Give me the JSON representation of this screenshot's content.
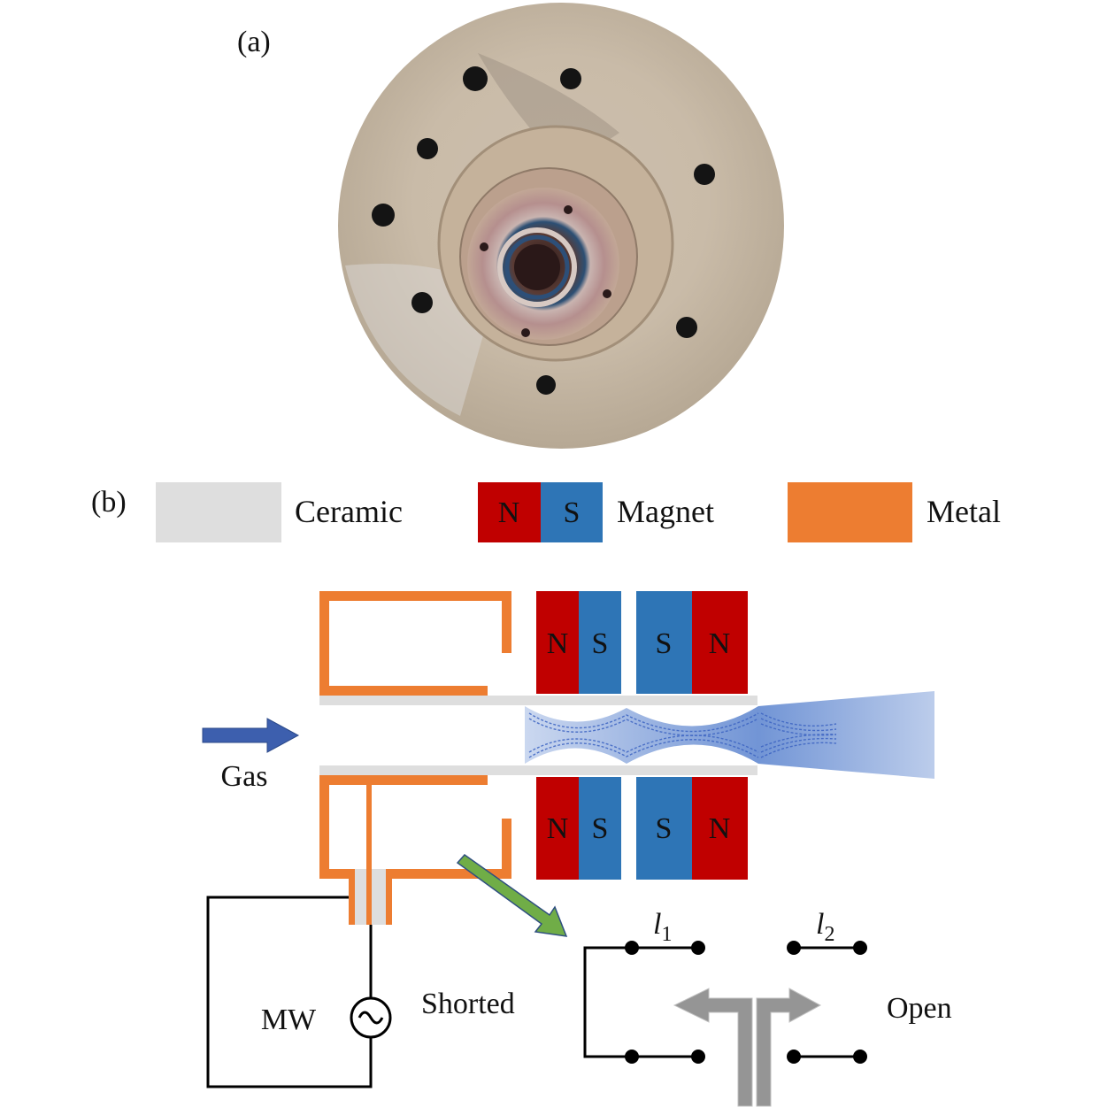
{
  "panel_a": {
    "label": "(a)",
    "photo_description": "Photograph of a circular metal flange with bolt holes and central ceramic/copper discharge chamber"
  },
  "panel_b": {
    "label": "(b)",
    "legend": {
      "ceramic": "Ceramic",
      "magnet": "Magnet",
      "magnet_n": "N",
      "magnet_s": "S",
      "metal": "Metal"
    },
    "magnets": {
      "top": [
        "N",
        "S",
        "S",
        "N"
      ],
      "bottom": [
        "N",
        "S",
        "S",
        "N"
      ]
    },
    "gas_label": "Gas",
    "mw_label": "MW",
    "source_icon": "ac-source-icon",
    "shorted_label": "Shorted",
    "open_label": "Open",
    "l1_label": "l",
    "l1_sub": "1",
    "l2_label": "l",
    "l2_sub": "2"
  },
  "colors": {
    "ceramic": "#dedede",
    "magnet_n": "#c00000",
    "magnet_s": "#2e75b6",
    "metal": "#ed7d31",
    "gas_arrow": "#3d5fae",
    "plasma": "#6a8fd3",
    "green_arrow": "#70ad47",
    "gray_arrow": "#959595"
  }
}
